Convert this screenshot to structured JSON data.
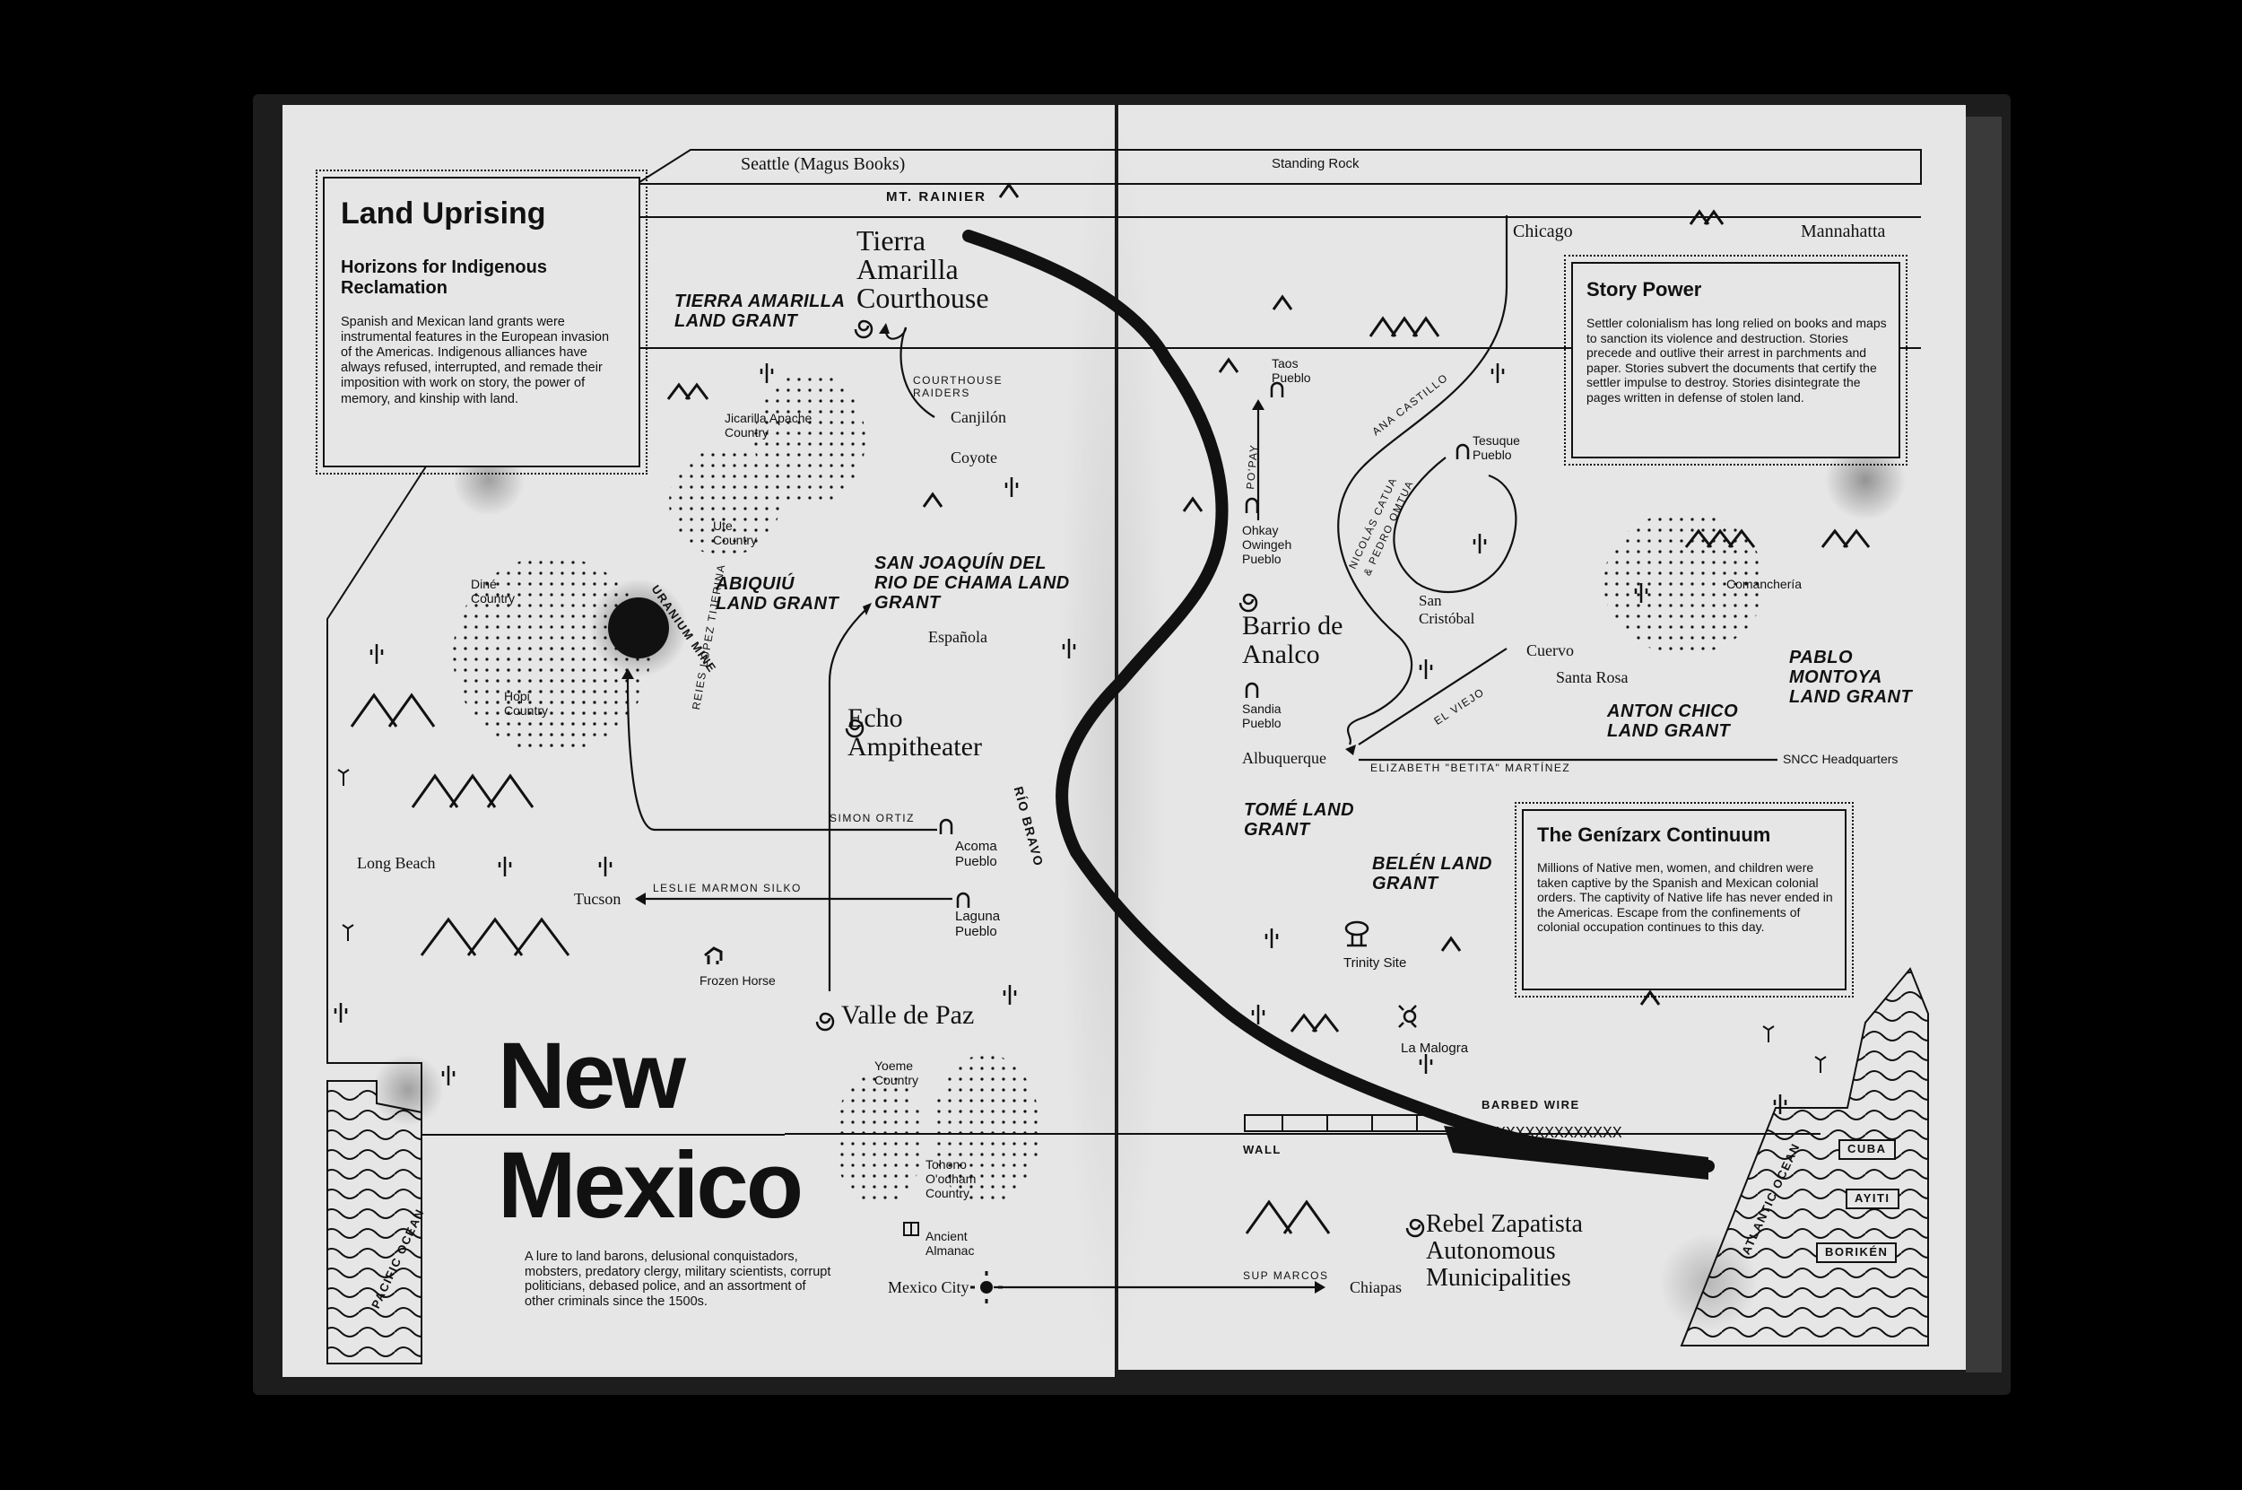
{
  "boxes": {
    "land_uprising": {
      "title": "Land Uprising",
      "subtitle": "Horizons for Indigenous Reclamation",
      "body": "Spanish and Mexican land grants were instrumental features in the European invasion of the Americas. Indigenous alliances have always refused, interrupted, and remade their imposition with work on story, the power of memory, and kinship with land."
    },
    "story_power": {
      "title": "Story Power",
      "body": "Settler colonialism has long relied on books and maps to sanction its violence and destruction. Stories precede and outlive their arrest in parchments and paper. Stories subvert the documents that certify the settler impulse to destroy. Stories disintegrate the pages written in defense of stolen land."
    },
    "genizarx": {
      "title": "The Genízarx Continuum",
      "body": "Millions of Native men, women, and children were taken captive by the Spanish and Mexican colonial orders. The captivity of Native life has never ended in the Americas. Escape from the confinements of colonial occupation continues to this day."
    }
  },
  "title": {
    "line1": "New",
    "line2": "Mexico",
    "caption": "A lure to land barons, delusional conquistadors, mobsters, predatory clergy, military scientists, corrupt politicians, debased police, and an assortment of other criminals since the 1500s."
  },
  "top": {
    "seattle": "Seattle (Magus Books)",
    "standing_rock": "Standing Rock",
    "mt_rainier": "MT. RAINIER",
    "chicago": "Chicago",
    "mannahatta": "Mannahatta"
  },
  "places": {
    "tierra_amarilla_courthouse": "Tierra Amarilla Courthouse",
    "courthouse_raiders": "COURTHOUSE RAIDERS",
    "canjilon": "Canjilón",
    "coyote": "Coyote",
    "espanola": "Española",
    "echo": "Echo Ampitheater",
    "valle_de_paz": "Valle de Paz",
    "acoma": "Acoma Pueblo",
    "laguna": "Laguna Pueblo",
    "tucson": "Tucson",
    "long_beach": "Long Beach",
    "frozen_horse": "Frozen Horse",
    "mexico_city": "Mexico City",
    "ancient_almanac": "Ancient Almanac",
    "taos": "Taos Pueblo",
    "ohkay": "Ohkay Owingeh Pueblo",
    "tesuque": "Tesuque Pueblo",
    "san_cristobal": "San Cristóbal",
    "barrio": "Barrio de Analco",
    "sandia": "Sandia Pueblo",
    "albuquerque": "Albuquerque",
    "cuervo": "Cuervo",
    "santa_rosa": "Santa Rosa",
    "sncc": "SNCC Headquarters",
    "trinity": "Trinity Site",
    "la_malogra": "La Malogra",
    "zapatista": "Rebel Zapatista Autonomous Municipalities",
    "chiapas": "Chiapas"
  },
  "countries": {
    "jicarilla": "Jicarilla Apache Country",
    "ute": "Ute Country",
    "dine": "Diné Country",
    "hopi": "Hopi Country",
    "yoeme": "Yoeme Country",
    "tohono": "Tohono O'odham Country",
    "comancheria": "Comanchería"
  },
  "grants": {
    "tierra_amarilla": "TIERRA AMARILLA LAND GRANT",
    "abiquiu": "ABIQUIÚ LAND GRANT",
    "san_joaquin": "SAN JOAQUÍN DEL RIO DE CHAMA LAND GRANT",
    "tome": "TOMÉ LAND GRANT",
    "belen": "BELÉN LAND GRANT",
    "anton_chico": "ANTON CHICO LAND GRANT",
    "pablo_montoya": "PABLO MONTOYA LAND GRANT"
  },
  "routes": {
    "reies": "REIES LÓPEZ TIJERINA",
    "simon": "SIMON ORTIZ",
    "leslie": "LESLIE MARMON SILKO",
    "uranium": "URANIUM MINE",
    "rio_bravo": "RÍO BRAVO",
    "poPay": "PO'PAY",
    "ana": "ANA CASTILLO",
    "nicolas": "NICOLÁS CATUA & PEDRO OMTUA",
    "el_viejo": "EL VIEJO",
    "betita": "ELIZABETH \"BETITA\" MARTÍNEZ",
    "sup": "SUP MARCOS",
    "barbed": "BARBED WIRE",
    "wall": "WALL"
  },
  "oceans": {
    "pacific": "PACIFIC OCEAN",
    "atlantic": "ATLANTIC OCEAN",
    "cuba": "CUBA",
    "ayiti": "AYITI",
    "boriken": "BORIKÉN"
  },
  "colors": {
    "paper": "#e6e6e6",
    "ink": "#111111",
    "background": "#000000"
  }
}
